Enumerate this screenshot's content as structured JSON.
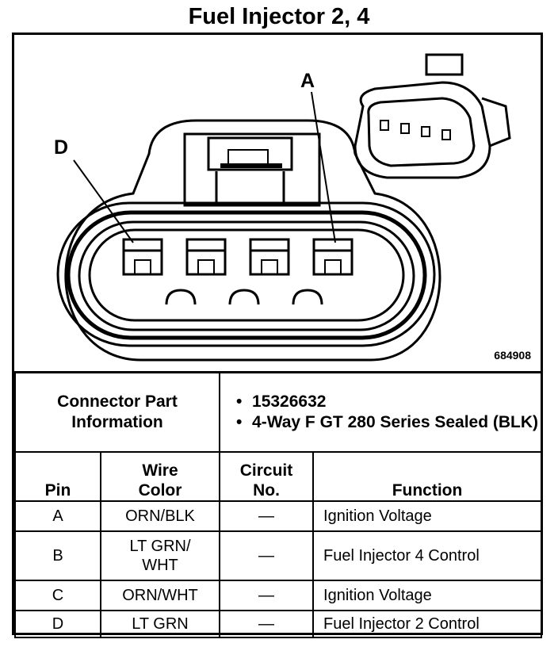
{
  "title": "Fuel Injector 2, 4",
  "diagram": {
    "reference_code": "684908",
    "pin_label_left": "D",
    "pin_label_right": "A"
  },
  "connector_info": {
    "label": "Connector Part Information",
    "values": [
      "15326632",
      "4-Way F GT 280 Series Sealed (BLK)"
    ]
  },
  "table": {
    "headers": {
      "pin": "Pin",
      "wire_color": "Wire Color",
      "circuit_no": "Circuit No.",
      "function": "Function"
    },
    "rows": [
      {
        "pin": "A",
        "wire_color": "ORN/BLK",
        "circuit_no": "—",
        "function": "Ignition Voltage"
      },
      {
        "pin": "B",
        "wire_color": "LT GRN/ WHT",
        "circuit_no": "—",
        "function": "Fuel Injector 4 Control"
      },
      {
        "pin": "C",
        "wire_color": "ORN/WHT",
        "circuit_no": "—",
        "function": "Ignition Voltage"
      },
      {
        "pin": "D",
        "wire_color": "LT GRN",
        "circuit_no": "—",
        "function": "Fuel Injector 2 Control"
      }
    ]
  }
}
